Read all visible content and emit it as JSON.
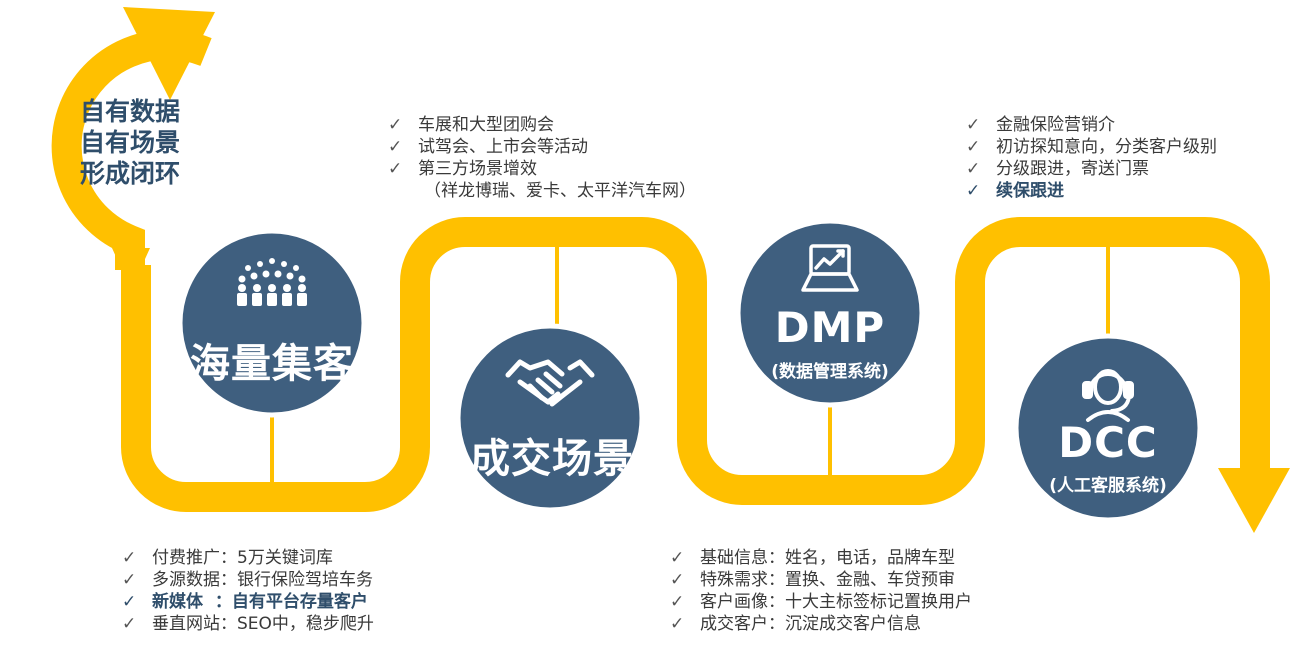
{
  "loop": {
    "lines": [
      "自有数据",
      "自有场景",
      "形成闭环"
    ]
  },
  "nodes": {
    "collect": {
      "title": "海量集客"
    },
    "deal": {
      "title": "成交场景"
    },
    "dmp": {
      "title": "DMP",
      "subtitle": "(数据管理系统)"
    },
    "dcc": {
      "title": "DCC",
      "subtitle": "(人工客服系统)"
    }
  },
  "lists": {
    "deal_top": {
      "items": [
        {
          "text": "车展和大型团购会",
          "highlight": false
        },
        {
          "text": "试驾会、上市会等活动",
          "highlight": false
        },
        {
          "text": "第三方场景增效",
          "highlight": false
        }
      ],
      "note": "（祥龙博瑞、爱卡、太平洋汽车网）"
    },
    "dcc_top": {
      "items": [
        {
          "text": "金融保险营销介",
          "highlight": false
        },
        {
          "text": "初访探知意向，分类客户级别",
          "highlight": false
        },
        {
          "text": "分级跟进，寄送门票",
          "highlight": false
        },
        {
          "text": "续保跟进",
          "highlight": true
        }
      ]
    },
    "collect_bottom": {
      "items": [
        {
          "text": "付费推广：5万关键词库",
          "highlight": false
        },
        {
          "text": "多源数据：银行保险驾培车务",
          "highlight": false
        },
        {
          "text": "新媒体  ：自有平台存量客户",
          "highlight": true
        },
        {
          "text": "垂直网站：SEO中，稳步爬升",
          "highlight": false
        }
      ]
    },
    "dmp_bottom": {
      "items": [
        {
          "text": "基础信息：姓名，电话，品牌车型",
          "highlight": false
        },
        {
          "text": "特殊需求：置换、金融、车贷预审",
          "highlight": false
        },
        {
          "text": "客户画像：十大主标签标记置换用户",
          "highlight": false
        },
        {
          "text": "成交客户：沉淀成交客户信息",
          "highlight": false
        }
      ]
    }
  },
  "colors": {
    "path": "#ffc000",
    "node": "#3f5f7f",
    "node_border": "#ffffff",
    "highlight_text": "#2f4e6b"
  },
  "icons": {
    "collect": "crowd-icon",
    "deal": "handshake-icon",
    "dmp": "laptop-chart-icon",
    "dcc": "headset-agent-icon"
  }
}
